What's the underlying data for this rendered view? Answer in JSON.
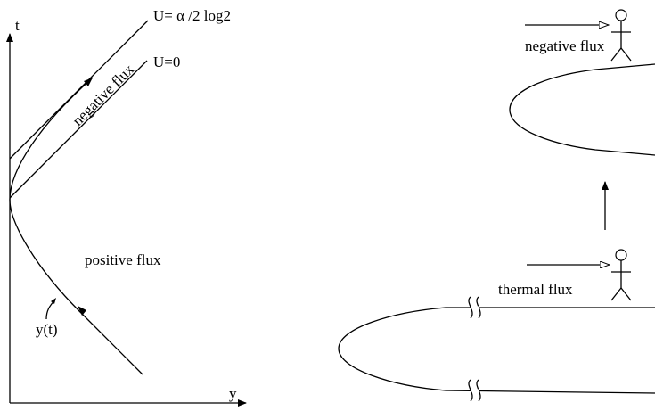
{
  "left_panel": {
    "axis_t": "t",
    "axis_y": "y",
    "label_u_alpha": "U= α /2 log2",
    "label_u_zero": "U=0",
    "label_negative_flux": "negative flux",
    "label_positive_flux": "positive flux",
    "label_trajectory": "y(t)"
  },
  "right_panel": {
    "label_negative_flux": "negative flux",
    "label_thermal_flux": "thermal flux"
  }
}
